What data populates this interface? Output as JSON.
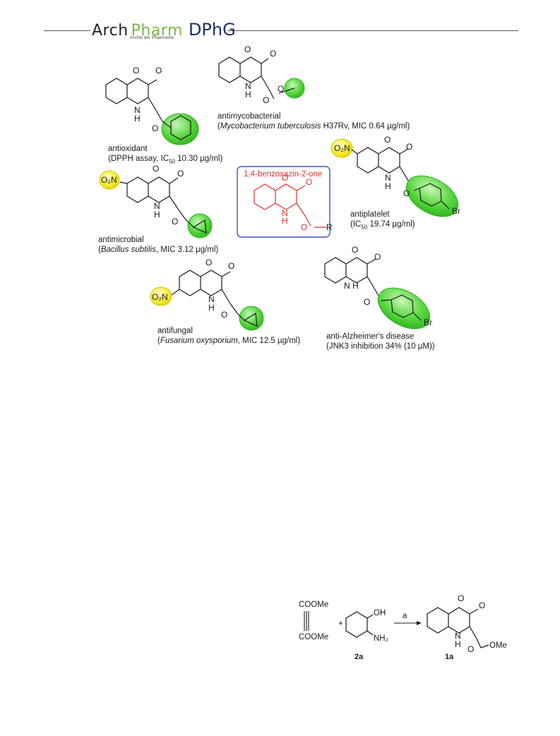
{
  "header": {
    "logo_arch": "Arch",
    "logo_pharm": "Pharm",
    "logo_dphg": "DPhG",
    "logo_subtitle": "Archiv der Pharmazie"
  },
  "figure1": {
    "center_label": "1,4-benzoxazin-2-one",
    "center_R": "R",
    "activities": {
      "antioxidant": {
        "name": "antioxidant",
        "detail_pre": "(DPPH assay, IC",
        "detail_sub": "50",
        "detail_post": " 10.30 µg/ml)"
      },
      "antimycobacterial": {
        "name": "antimycobacterial",
        "detail_open": "(",
        "detail_italic": "Mycobacterium tuberculosis",
        "detail_post": " H37Rv, MIC 0.64 µg/ml)"
      },
      "antiplatelet": {
        "name": "antiplatelet",
        "detail_pre": "(IC",
        "detail_sub": "50",
        "detail_post": " 19.74 µg/ml)"
      },
      "antimicrobial": {
        "name": "antimicrobial",
        "detail_open": "(",
        "detail_italic": "Bacillus subtilis",
        "detail_post": ", MIC 3.12 µg/ml)"
      },
      "antifungal": {
        "name": "antifungal",
        "detail_open": "(",
        "detail_italic": "Fusarium oxysporium",
        "detail_post": ", MIC 12.5 µg/ml)"
      },
      "anti_alzheimer": {
        "name": "anti-Alzheimer's disease",
        "detail": "(JNK3 inhibition 34% (10 µM))"
      }
    },
    "atoms": {
      "O": "O",
      "NH": "H",
      "N": "N",
      "Br": "Br",
      "NO2": "O₂N"
    }
  },
  "scheme": {
    "reagent_top": "COOMe",
    "reagent_bottom": "COOMe",
    "plus": "+",
    "oh": "OH",
    "nh2": "NH₂",
    "arrow_label": "a",
    "ome": "OMe",
    "compound_2a": "2a",
    "compound_1a": "1a"
  },
  "colors": {
    "green_highlight": "#3fcf2f",
    "yellow_highlight": "#f2e600",
    "red_core": "#e0302b",
    "box_border": "#3c56c8"
  }
}
